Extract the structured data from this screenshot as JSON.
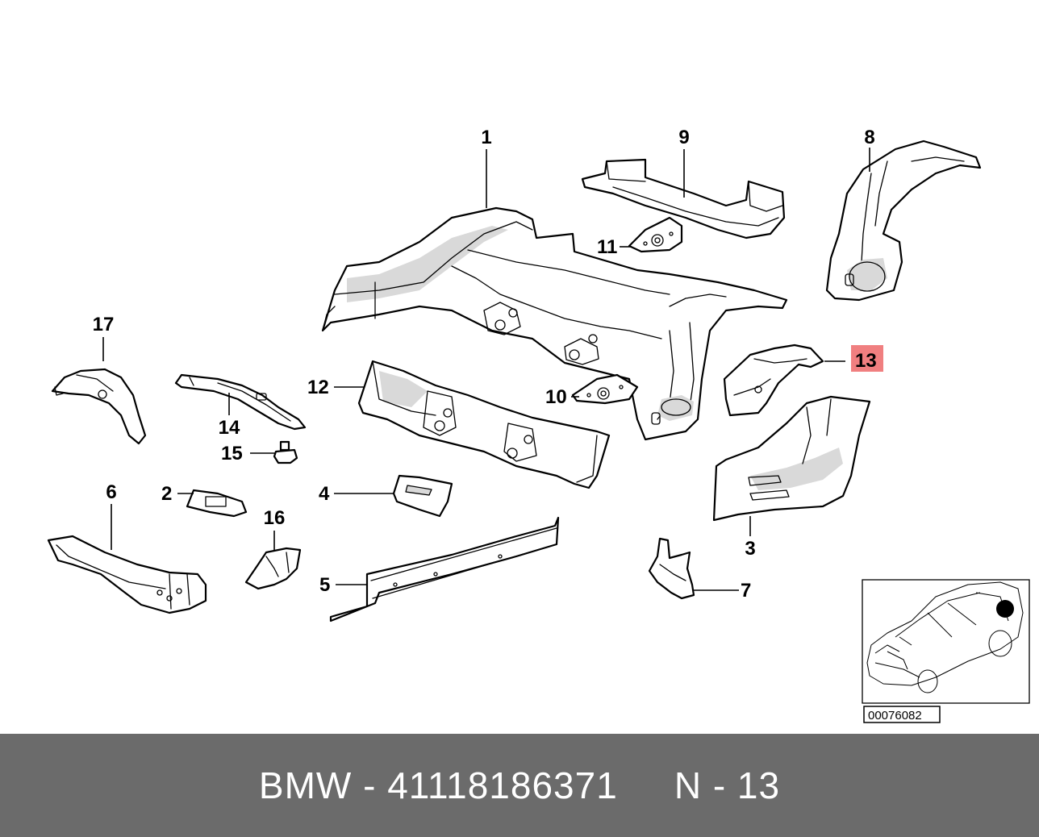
{
  "diagram": {
    "callouts": {
      "c1": "1",
      "c2": "2",
      "c3": "3",
      "c4": "4",
      "c5": "5",
      "c6": "6",
      "c7": "7",
      "c8": "8",
      "c9": "9",
      "c10": "10",
      "c11": "11",
      "c12": "12",
      "c13": "13",
      "c14": "14",
      "c15": "15",
      "c16": "16",
      "c17": "17"
    },
    "highlighted_callout": "13",
    "highlight_color": "#f07f80",
    "inset": {
      "code": "00076082"
    }
  },
  "footer": {
    "part_label": "BMW - 41118186371",
    "page_label": "N - 13",
    "background_color": "#6b6b6b"
  }
}
